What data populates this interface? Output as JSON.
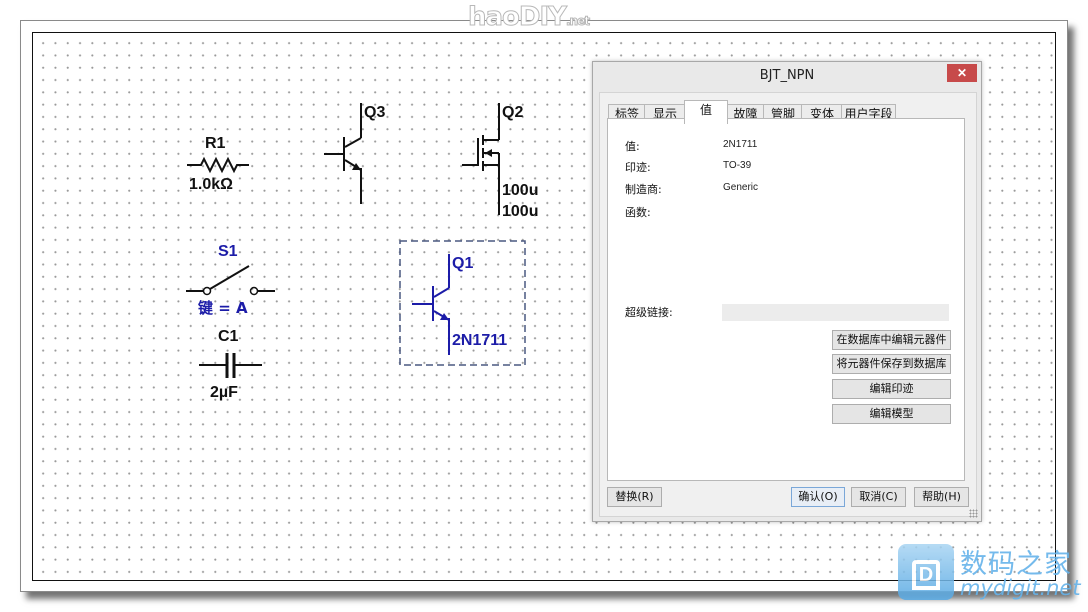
{
  "watermark": {
    "top_main": "haoDIY",
    "top_suffix": ".net",
    "logo_cn": "数码之家",
    "logo_en": "mydigit.net",
    "logo_letter": "D"
  },
  "schematic": {
    "components": [
      {
        "ref": "R1",
        "type": "resistor",
        "value": "1.0kΩ"
      },
      {
        "ref": "Q3",
        "type": "bjt_npn"
      },
      {
        "ref": "Q2",
        "type": "mosfet",
        "value_line1": "100u",
        "value_line2": "100u"
      },
      {
        "ref": "S1",
        "type": "switch",
        "key_label": "键 = A"
      },
      {
        "ref": "C1",
        "type": "capacitor",
        "value": "2µF"
      },
      {
        "ref": "Q1",
        "type": "bjt_npn",
        "value": "2N1711",
        "selected": true
      }
    ],
    "colors": {
      "normal": "#111111",
      "selected": "#1c1ca8",
      "selection_box": "#4a5880"
    }
  },
  "dialog": {
    "title": "BJT_NPN",
    "close_label": "✕",
    "tabs": [
      {
        "label": "标签",
        "active": false
      },
      {
        "label": "显示",
        "active": false
      },
      {
        "label": "值",
        "active": true
      },
      {
        "label": "故障",
        "active": false
      },
      {
        "label": "管脚",
        "active": false
      },
      {
        "label": "变体",
        "active": false
      },
      {
        "label": "用户字段",
        "active": false
      }
    ],
    "properties": [
      {
        "label": "值:",
        "value": "2N1711"
      },
      {
        "label": "印迹:",
        "value": "TO-39"
      },
      {
        "label": "制造商:",
        "value": "Generic"
      },
      {
        "label": "函数:",
        "value": ""
      }
    ],
    "hyperlink_label": "超级链接:",
    "hyperlink_value": "",
    "panel_buttons": [
      "在数据库中编辑元器件",
      "将元器件保存到数据库",
      "编辑印迹",
      "编辑模型"
    ],
    "footer": {
      "replace": "替换(R)",
      "ok": "确认(O)",
      "cancel": "取消(C)",
      "help": "帮助(H)"
    }
  }
}
